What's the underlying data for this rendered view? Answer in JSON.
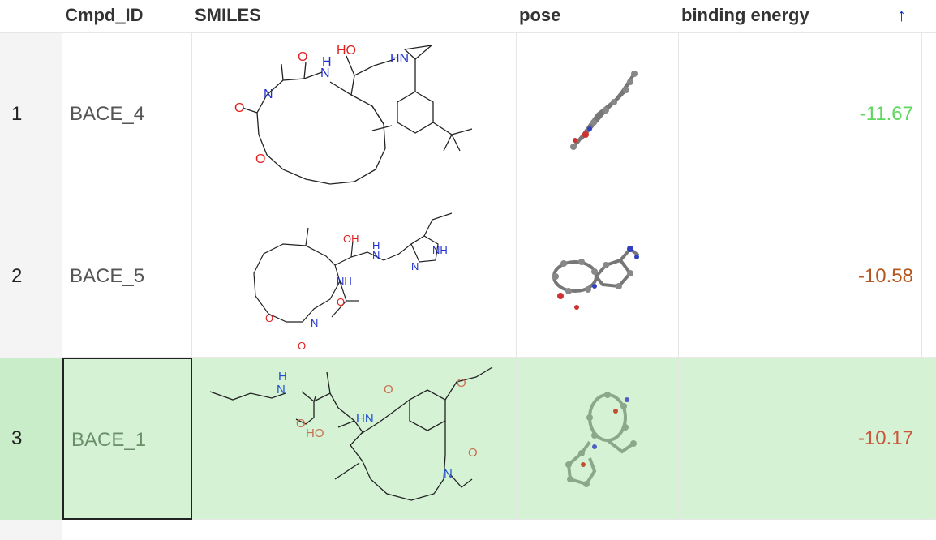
{
  "columns": {
    "id": "Cmpd_ID",
    "smiles": "SMILES",
    "pose": "pose",
    "energy": "binding energy",
    "sort_indicator": "↑"
  },
  "rows": [
    {
      "index": "1",
      "id": "BACE_4",
      "energy": "-11.67",
      "energy_color": "#5cd85c"
    },
    {
      "index": "2",
      "id": "BACE_5",
      "energy": "-10.58",
      "energy_color": "#b5571f"
    },
    {
      "index": "3",
      "id": "BACE_1",
      "energy": "-10.17",
      "energy_color": "#c9573a",
      "selected": true
    }
  ],
  "molecule_labels": {
    "m1": [
      "O",
      "N",
      "O",
      "N",
      "H",
      "HO",
      "HN",
      "O"
    ],
    "m2": [
      "OH",
      "N",
      "H",
      "N",
      "NH",
      "NH",
      "O",
      "N",
      "O",
      "O"
    ],
    "m3": [
      "H",
      "N",
      "O",
      "HO",
      "HN",
      "O",
      "O",
      "O",
      "N"
    ]
  },
  "colors": {
    "selection": "#d5f2d5",
    "selection_bar": "#5aa0e6",
    "header_text": "#333333",
    "oxygen": "#e0201f",
    "nitrogen": "#2030d0"
  }
}
